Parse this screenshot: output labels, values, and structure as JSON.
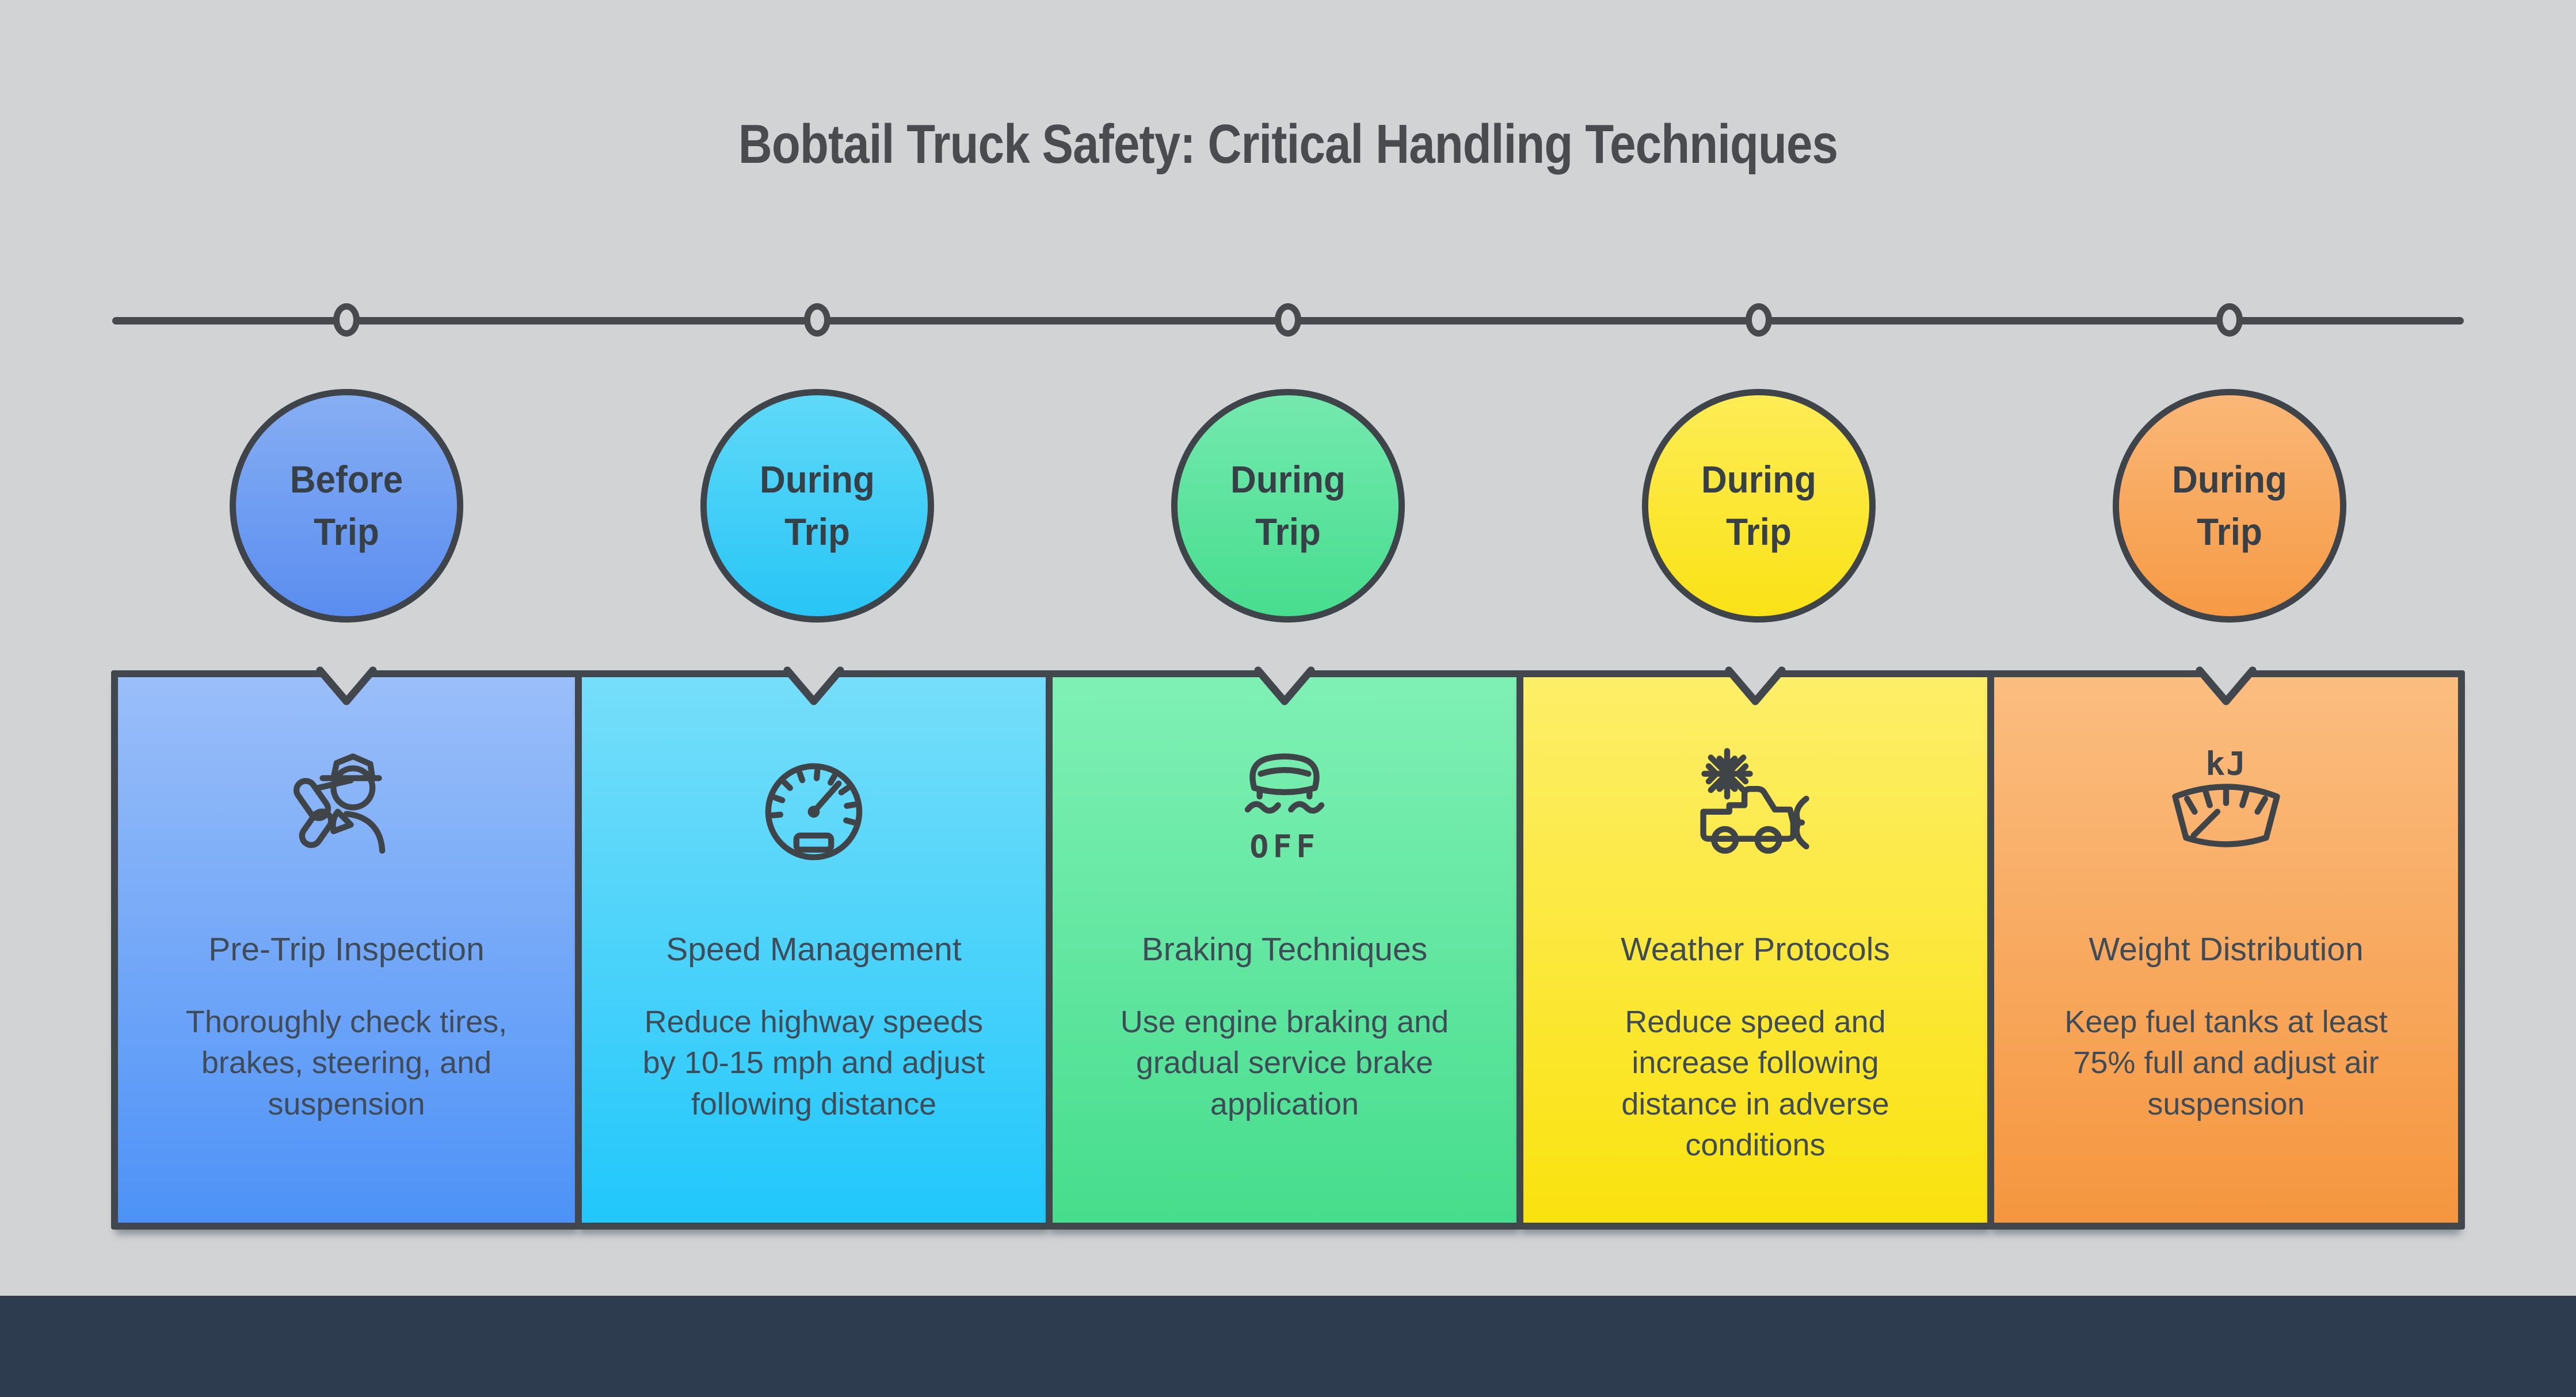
{
  "title": "Bobtail Truck Safety: Critical Handling Techniques",
  "theme": {
    "background": "#d2d3d4",
    "footer_bar": "#2d3c4e",
    "timeline_color": "#47494d",
    "card_border_color": "#42474d",
    "title_color": "#4a4b4f",
    "circle_text_color": "#373f47",
    "card_text_color": "#3f4b57",
    "icon_stroke_color": "#3f4449"
  },
  "stages": [
    {
      "phase": "Before Trip",
      "heading": "Pre-Trip Inspection",
      "description": "Thoroughly check tires, brakes, steering, and suspension",
      "icon": "inspector-icon",
      "circle_colors": [
        "#86aef3",
        "#5a8df0"
      ],
      "card_colors": [
        "#9abef9",
        "#4d92f7"
      ]
    },
    {
      "phase": "During Trip",
      "heading": "Speed Management",
      "description": "Reduce highway speeds by 10-15 mph and adjust following distance",
      "icon": "speedometer-icon",
      "circle_colors": [
        "#5fd9f8",
        "#28c5f6"
      ],
      "card_colors": [
        "#76defa",
        "#21c7fb"
      ]
    },
    {
      "phase": "During Trip",
      "heading": "Braking Techniques",
      "description": "Use engine braking and gradual service brake application",
      "icon": "traction-control-off-icon",
      "circle_colors": [
        "#74e9ae",
        "#47dd8e"
      ],
      "card_colors": [
        "#7ff0b4",
        "#46dd8d"
      ]
    },
    {
      "phase": "During Trip",
      "heading": "Weather Protocols",
      "description": "Reduce speed and increase following distance in adverse conditions",
      "icon": "snowplow-truck-icon",
      "circle_colors": [
        "#fdec55",
        "#fae216"
      ],
      "card_colors": [
        "#fdee69",
        "#fae20e"
      ]
    },
    {
      "phase": "During Trip",
      "heading": "Weight Distribution",
      "description": "Keep fuel tanks at least 75% full and adjust air suspension",
      "icon": "weight-gauge-icon",
      "circle_colors": [
        "#fab777",
        "#f69a45"
      ],
      "card_colors": [
        "#fbbd80",
        "#f5963f"
      ]
    }
  ]
}
